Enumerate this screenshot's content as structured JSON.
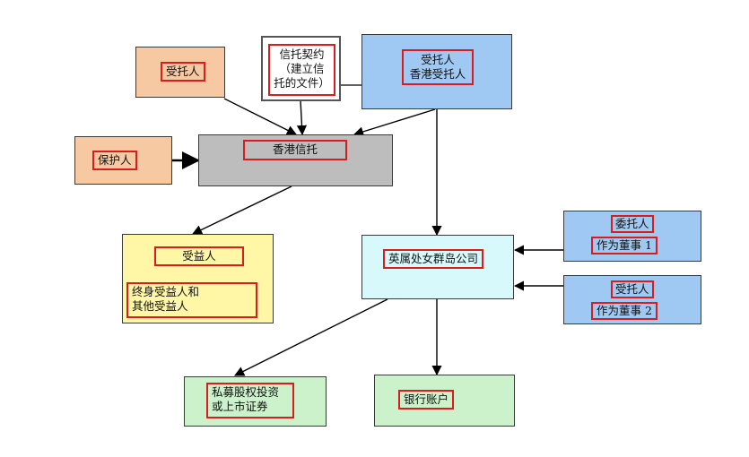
{
  "colors": {
    "peach": "#f7c9a2",
    "blue": "#9fc9f2",
    "gray": "#bdbdbd",
    "yellow": "#fff7a6",
    "cyan": "#d8f9fc",
    "green": "#ccf2cc",
    "highlight": "#d91c1c"
  },
  "nodes": {
    "settlor": {
      "label": "受托人"
    },
    "trust_deed": {
      "line1": "信托契约",
      "line2": "（建立信",
      "line3": "托的文件）"
    },
    "hk_trustee": {
      "line1": "受托人",
      "line2": "香港受托人"
    },
    "protector": {
      "label": "保护人"
    },
    "hk_trust": {
      "label": "香港信托"
    },
    "beneficiary": {
      "title": "受益人",
      "line1": "终身受益人和",
      "line2": "其他受益人"
    },
    "bvi_company": {
      "label": "英属处女群岛公司"
    },
    "director1": {
      "line1": "委托人",
      "line2": "作为董事 1"
    },
    "director2": {
      "line1": "受托人",
      "line2": "作为董事 2"
    },
    "private_equity": {
      "line1": "私募股权投资",
      "line2": "或上市证券"
    },
    "bank_account": {
      "label": "银行账户"
    }
  }
}
